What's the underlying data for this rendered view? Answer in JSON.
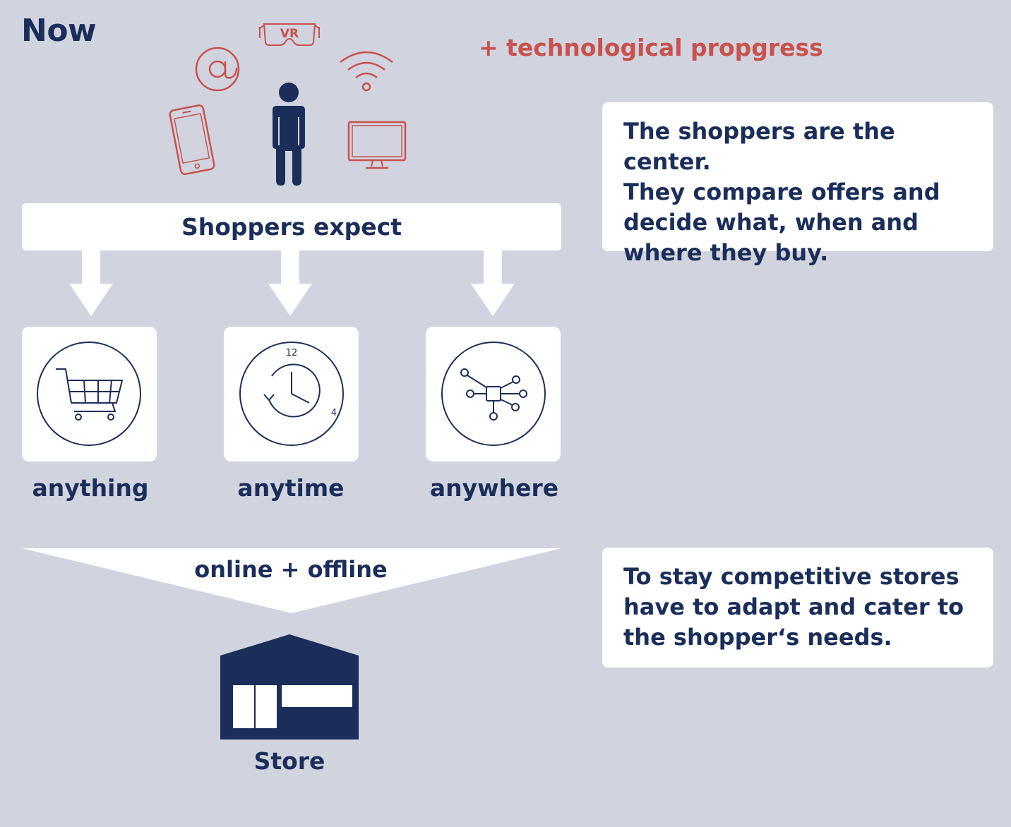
{
  "header": {
    "title": "Now",
    "tech_progress": "+ technological propgress"
  },
  "top_icons": {
    "vr_label": "VR",
    "items": [
      "vr-headset-icon",
      "at-sign-icon",
      "wifi-icon",
      "smartphone-icon",
      "monitor-icon",
      "person-icon"
    ]
  },
  "expect": {
    "label": "Shoppers expect"
  },
  "tiles": [
    {
      "label": "anything",
      "icon": "shopping-cart-icon"
    },
    {
      "label": "anytime",
      "icon": "clock-icon",
      "clock_numbers": [
        "12",
        "4"
      ]
    },
    {
      "label": "anywhere",
      "icon": "network-icon"
    }
  ],
  "channel": {
    "label": "online + offline"
  },
  "store": {
    "label": "Store",
    "icon": "store-building-icon"
  },
  "boxes": {
    "box1_lines": [
      "The shoppers are the center.",
      "They compare offers and",
      "decide what, when and",
      "where they buy."
    ],
    "box2_lines": [
      "To stay competitive stores",
      "have to adapt and cater to",
      "the shopper‘s needs."
    ]
  },
  "colors": {
    "background": "#d1d3df",
    "navy": "#1b2e5a",
    "accent_red": "#c8524d",
    "panel": "#ffffff"
  }
}
